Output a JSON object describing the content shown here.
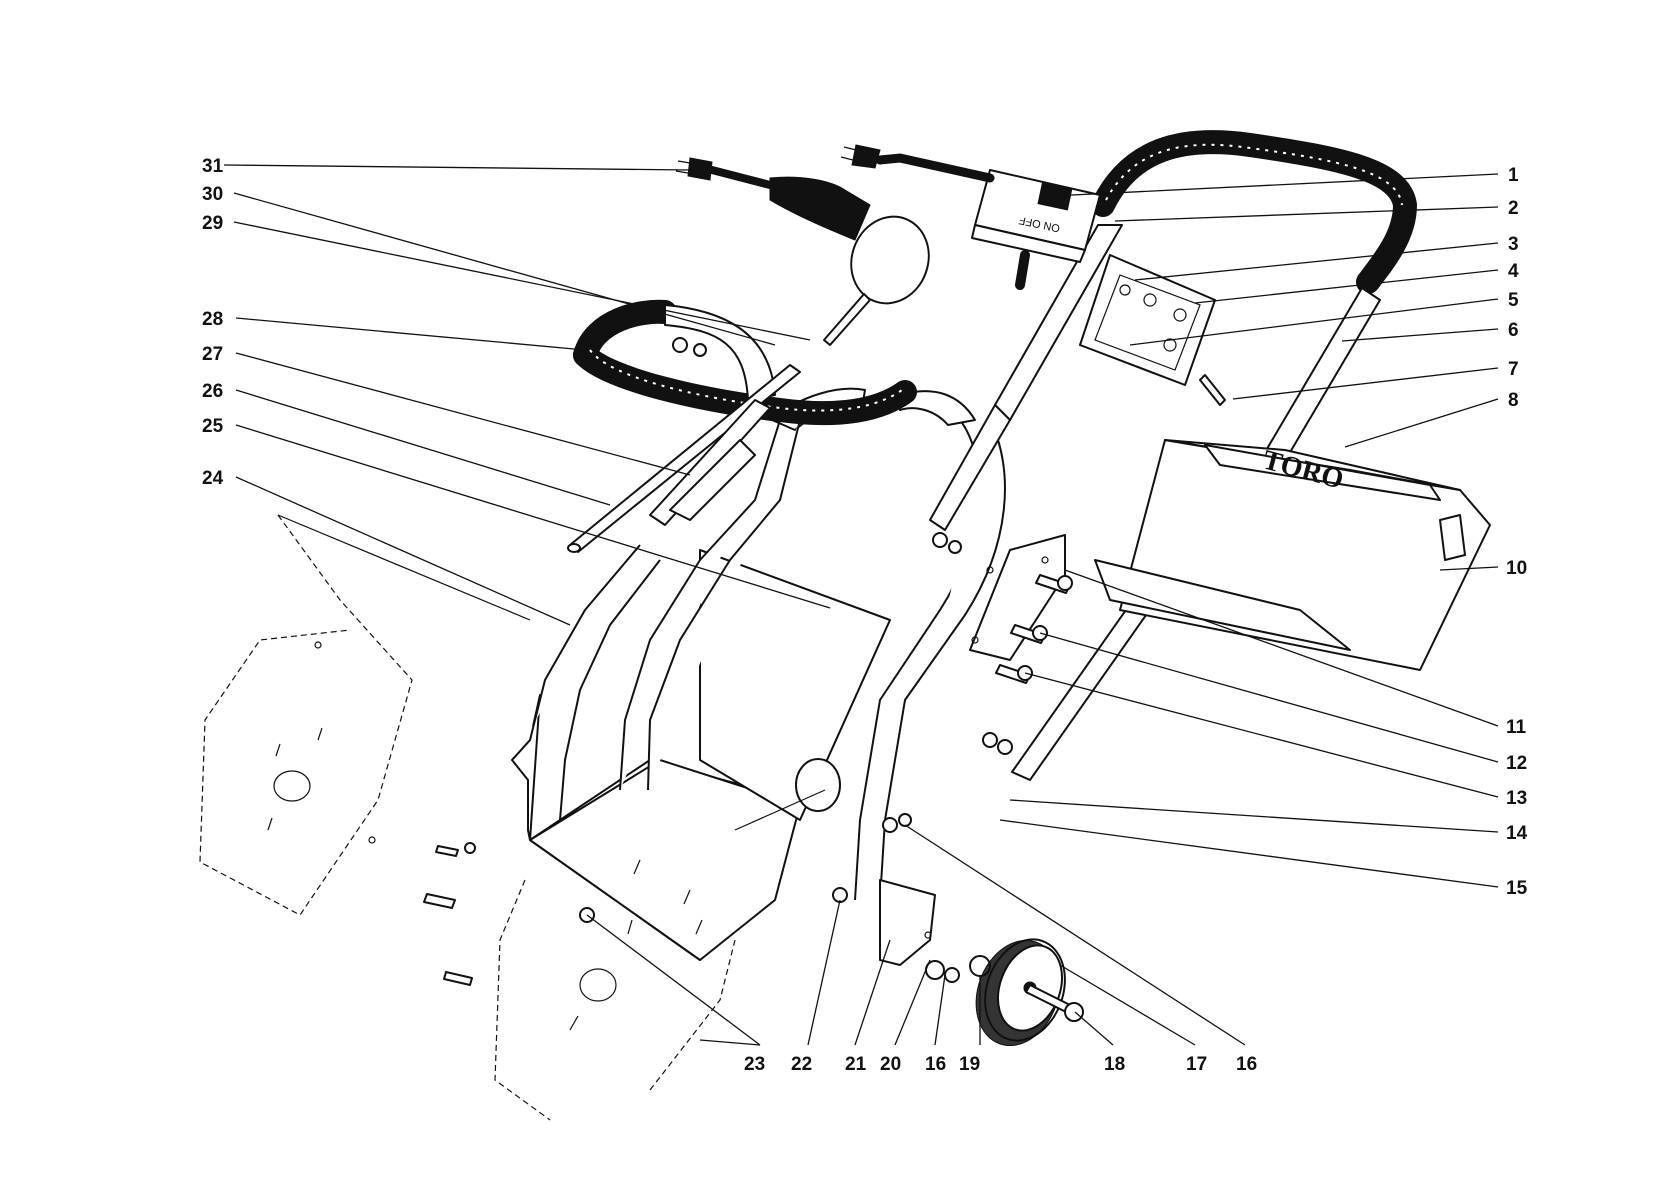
{
  "diagram": {
    "brand": "TORO",
    "switch_label": "ON OFF",
    "callouts": [
      {
        "id": "c1",
        "label": "1"
      },
      {
        "id": "c2",
        "label": "2"
      },
      {
        "id": "c3",
        "label": "3"
      },
      {
        "id": "c4",
        "label": "4"
      },
      {
        "id": "c5",
        "label": "5"
      },
      {
        "id": "c6",
        "label": "6"
      },
      {
        "id": "c7",
        "label": "7"
      },
      {
        "id": "c8",
        "label": "8"
      },
      {
        "id": "c10",
        "label": "10"
      },
      {
        "id": "c11",
        "label": "11"
      },
      {
        "id": "c12",
        "label": "12"
      },
      {
        "id": "c13",
        "label": "13"
      },
      {
        "id": "c14",
        "label": "14"
      },
      {
        "id": "c15",
        "label": "15"
      },
      {
        "id": "c16a",
        "label": "16"
      },
      {
        "id": "c16b",
        "label": "16"
      },
      {
        "id": "c17",
        "label": "17"
      },
      {
        "id": "c18",
        "label": "18"
      },
      {
        "id": "c19",
        "label": "19"
      },
      {
        "id": "c20",
        "label": "20"
      },
      {
        "id": "c21",
        "label": "21"
      },
      {
        "id": "c22",
        "label": "22"
      },
      {
        "id": "c23",
        "label": "23"
      },
      {
        "id": "c24",
        "label": "24"
      },
      {
        "id": "c25",
        "label": "25"
      },
      {
        "id": "c26",
        "label": "26"
      },
      {
        "id": "c27",
        "label": "27"
      },
      {
        "id": "c28",
        "label": "28"
      },
      {
        "id": "c29",
        "label": "29"
      },
      {
        "id": "c30",
        "label": "30"
      },
      {
        "id": "c31",
        "label": "31"
      }
    ]
  }
}
